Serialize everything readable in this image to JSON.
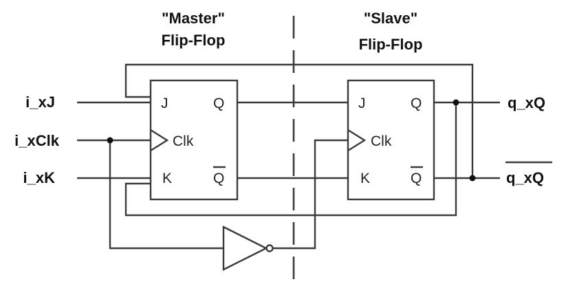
{
  "diagram": {
    "type": "master-slave JK flip-flop schematic",
    "master": {
      "title_line1": "\"Master\"",
      "title_line2": "Flip-Flop",
      "pins": {
        "j": "J",
        "clk": "Clk",
        "k": "K",
        "q": "Q",
        "qbar": "Q"
      }
    },
    "slave": {
      "title_line1": "\"Slave\"",
      "title_line2": "Flip-Flop",
      "pins": {
        "j": "J",
        "clk": "Clk",
        "k": "K",
        "q": "Q",
        "qbar": "Q"
      }
    },
    "inputs": {
      "j": "i_xJ",
      "clk": "i_xClk",
      "k": "i_xK"
    },
    "outputs": {
      "q": "q_xQ",
      "qbar": "q_xQ"
    },
    "gates": [
      {
        "type": "inverter",
        "name": "clock-inverter"
      }
    ]
  }
}
